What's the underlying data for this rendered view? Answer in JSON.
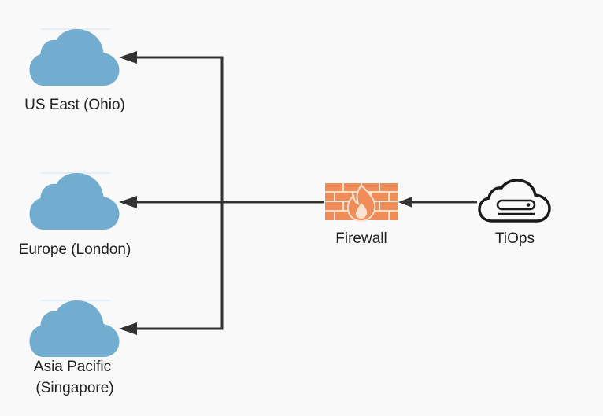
{
  "diagram": {
    "colors": {
      "background": "#f9f9f9",
      "cloud_fill": "#72adcf",
      "firewall_fill": "#f08c57",
      "line": "#333333",
      "text": "#222222"
    },
    "nodes": {
      "us_east": {
        "label": "US East (Ohio)",
        "icon": "cloud-icon"
      },
      "europe": {
        "label": "Europe (London)",
        "icon": "cloud-icon"
      },
      "asia_pacific": {
        "label_line1": "Asia Pacific",
        "label_line2": "(Singapore)",
        "icon": "cloud-icon"
      },
      "firewall": {
        "label": "Firewall",
        "icon": "firewall-icon"
      },
      "tiops": {
        "label": "TiOps",
        "icon": "cloud-server-icon"
      }
    },
    "edges": [
      {
        "from": "TiOps",
        "to": "Firewall"
      },
      {
        "from": "Firewall",
        "to": "US East (Ohio)"
      },
      {
        "from": "Firewall",
        "to": "Europe (London)"
      },
      {
        "from": "Firewall",
        "to": "Asia Pacific (Singapore)"
      }
    ]
  }
}
